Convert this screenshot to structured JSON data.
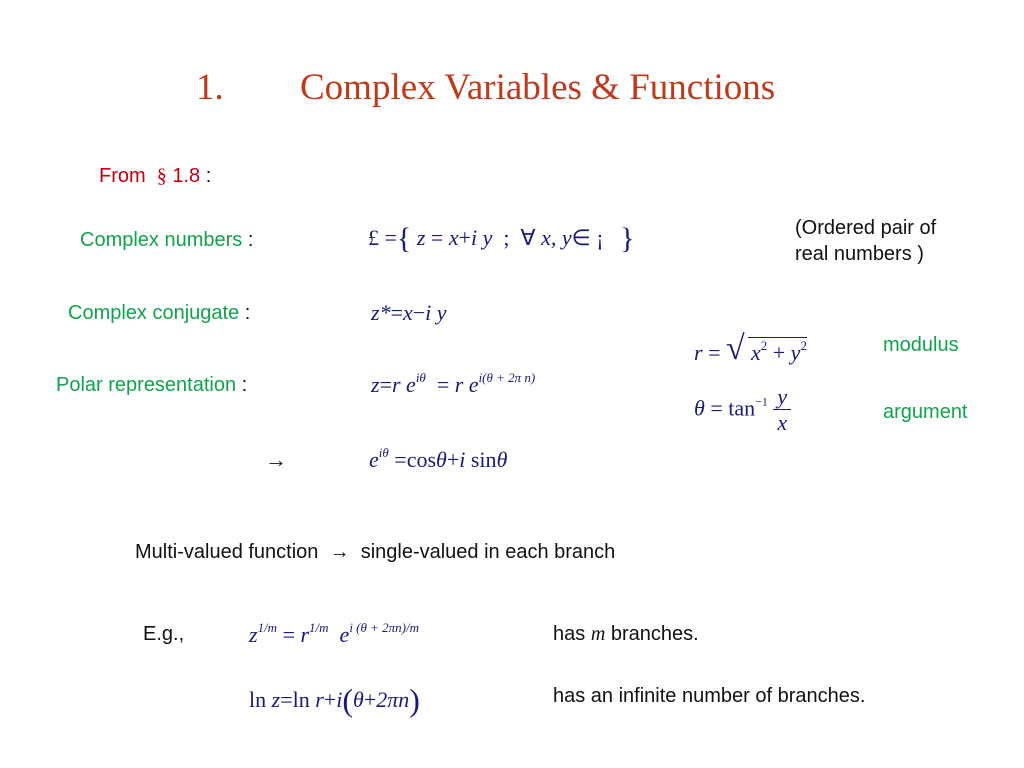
{
  "title": {
    "number": "1.",
    "text": "Complex Variables & Functions"
  },
  "from": {
    "label": "From",
    "section_symbol": "§",
    "section": "1.8",
    "colon": ":"
  },
  "rows": {
    "complex_numbers": {
      "label": "Complex numbers",
      "colon": ":",
      "formula": {
        "set_symbol": "£",
        "eq": "=",
        "lbrace": "{",
        "z": "z",
        "eq2": "=",
        "x": "x",
        "plus": "+",
        "i": "i",
        "y": "y",
        "semicolon": ";",
        "forall": "∀",
        "xy": "x, y",
        "in": "∈",
        "reals": "¡",
        "rbrace": "}"
      },
      "note_line1": "(Ordered pair of",
      "note_line2": "real numbers )"
    },
    "complex_conjugate": {
      "label": "Complex conjugate",
      "colon": ":",
      "formula": {
        "lhs": "z*",
        "eq": "=",
        "x": "x",
        "minus": "−",
        "i": "i",
        "y": "y"
      }
    },
    "polar": {
      "label": "Polar representation",
      "colon": ":",
      "formula": {
        "z": "z",
        "eq": "=",
        "r": "r",
        "e": "e",
        "exp1": "iθ",
        "eq2": "=",
        "r2": "r",
        "e2": "e",
        "exp2": "i(θ + 2π n)"
      }
    },
    "euler": {
      "arrow": "→",
      "formula": {
        "e": "e",
        "exp": "iθ",
        "eq": "=",
        "cos": "cos",
        "theta1": "θ",
        "plus": "+",
        "i": "i",
        "sin": "sin",
        "theta2": "θ"
      }
    }
  },
  "side_formulas": {
    "modulus": {
      "lhs": "r",
      "eq": "=",
      "radical": "√",
      "x": "x",
      "x_exp": "2",
      "plus": "+",
      "y": "y",
      "y_exp": "2",
      "label": "modulus"
    },
    "argument": {
      "lhs": "θ",
      "eq": "=",
      "tan": "tan",
      "tan_exp": "−1",
      "num": "y",
      "den": "x",
      "label": "argument"
    }
  },
  "multivalued": {
    "left": "Multi-valued function",
    "arrow": "→",
    "right": "single-valued in each branch"
  },
  "examples": {
    "label": "E.g.,",
    "root": {
      "z": "z",
      "z_exp": "1/m",
      "eq": "=",
      "r": "r",
      "r_exp": "1/m",
      "e": "e",
      "e_exp": "i (θ + 2πn)/m",
      "note_prefix": "has",
      "note_var": "m",
      "note_suffix": "branches."
    },
    "log": {
      "ln1": "ln",
      "z": "z",
      "eq": "=",
      "ln2": "ln",
      "r": "r",
      "plus": "+",
      "i": "i",
      "lparen": "(",
      "theta": "θ",
      "plus2": "+",
      "two_pi_n": "2πn",
      "rparen": ")",
      "note": "has an infinite number of branches."
    }
  }
}
